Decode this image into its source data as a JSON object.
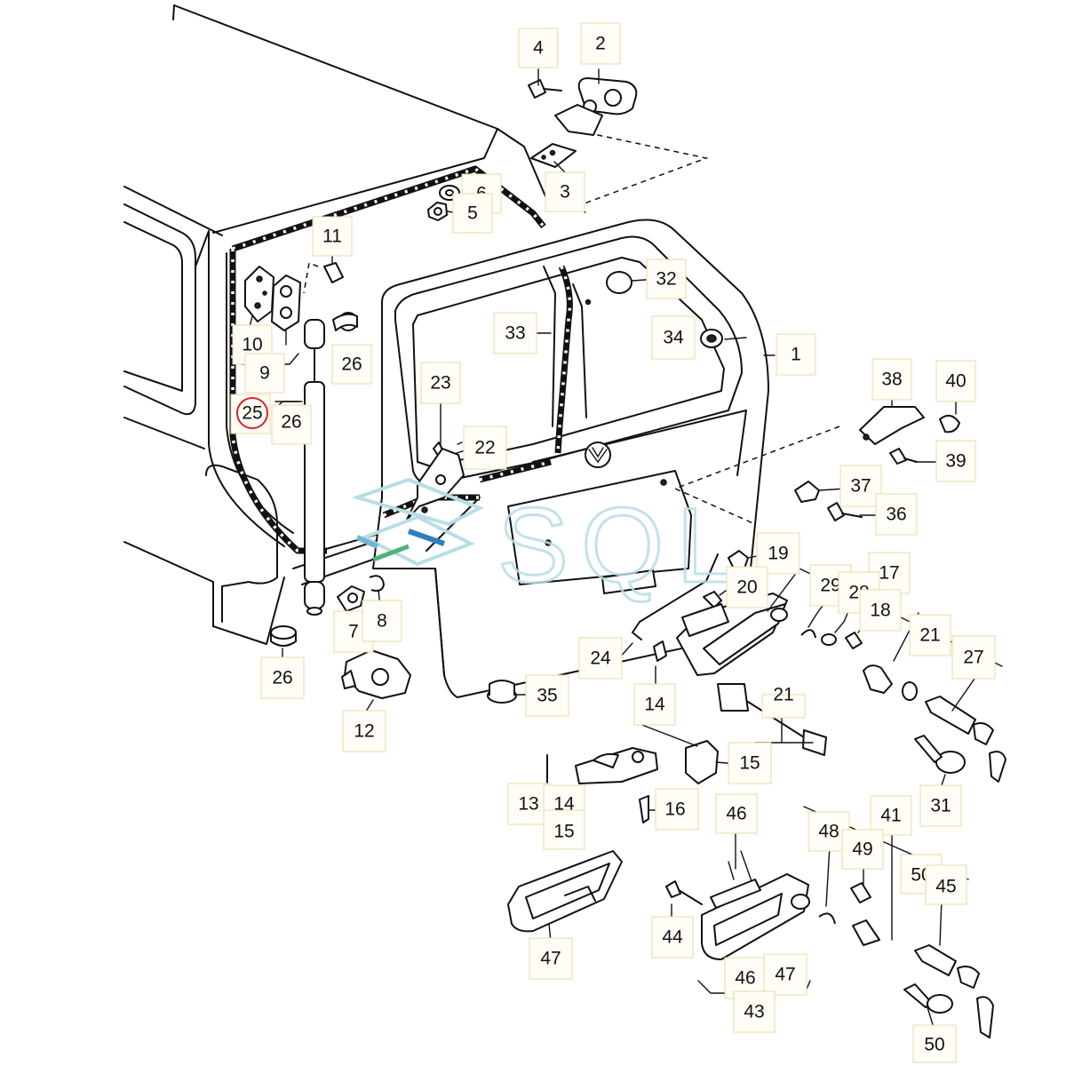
{
  "diagram": {
    "watermark": "SQL",
    "highlight_color": "#d9202a",
    "highlighted_part": "25",
    "labels": [
      {
        "id": "l4",
        "text": "4"
      },
      {
        "id": "l2",
        "text": "2"
      },
      {
        "id": "l3",
        "text": "3"
      },
      {
        "id": "l6",
        "text": "6"
      },
      {
        "id": "l5",
        "text": "5"
      },
      {
        "id": "l11",
        "text": "11"
      },
      {
        "id": "l10",
        "text": "10"
      },
      {
        "id": "l9",
        "text": "9"
      },
      {
        "id": "l26a",
        "text": "26"
      },
      {
        "id": "l25",
        "text": "25"
      },
      {
        "id": "l26b",
        "text": "26"
      },
      {
        "id": "l32",
        "text": "32"
      },
      {
        "id": "l33",
        "text": "33"
      },
      {
        "id": "l34",
        "text": "34"
      },
      {
        "id": "l1",
        "text": "1"
      },
      {
        "id": "l23",
        "text": "23"
      },
      {
        "id": "l22",
        "text": "22"
      },
      {
        "id": "l38",
        "text": "38"
      },
      {
        "id": "l40",
        "text": "40"
      },
      {
        "id": "l39",
        "text": "39"
      },
      {
        "id": "l37",
        "text": "37"
      },
      {
        "id": "l36",
        "text": "36"
      },
      {
        "id": "l19",
        "text": "19"
      },
      {
        "id": "l17",
        "text": "17"
      },
      {
        "id": "l29",
        "text": "29"
      },
      {
        "id": "l28",
        "text": "28"
      },
      {
        "id": "l18",
        "text": "18"
      },
      {
        "id": "l20",
        "text": "20"
      },
      {
        "id": "l21a",
        "text": "21"
      },
      {
        "id": "l27",
        "text": "27"
      },
      {
        "id": "l7",
        "text": "7"
      },
      {
        "id": "l8",
        "text": "8"
      },
      {
        "id": "l24",
        "text": "24"
      },
      {
        "id": "l26c",
        "text": "26"
      },
      {
        "id": "l35",
        "text": "35"
      },
      {
        "id": "l14a",
        "text": "14"
      },
      {
        "id": "l21b",
        "text": "21"
      },
      {
        "id": "l12",
        "text": "12"
      },
      {
        "id": "l15a",
        "text": "15"
      },
      {
        "id": "l13",
        "text": "13"
      },
      {
        "id": "l14b",
        "text": "14"
      },
      {
        "id": "l15b",
        "text": "15"
      },
      {
        "id": "l16",
        "text": "16"
      },
      {
        "id": "l31",
        "text": "31"
      },
      {
        "id": "l46a",
        "text": "46"
      },
      {
        "id": "l41",
        "text": "41"
      },
      {
        "id": "l48",
        "text": "48"
      },
      {
        "id": "l49",
        "text": "49"
      },
      {
        "id": "l50a",
        "text": "50"
      },
      {
        "id": "l45",
        "text": "45"
      },
      {
        "id": "l44",
        "text": "44"
      },
      {
        "id": "l47a",
        "text": "47"
      },
      {
        "id": "l46b",
        "text": "46"
      },
      {
        "id": "l47b",
        "text": "47"
      },
      {
        "id": "l43",
        "text": "43"
      },
      {
        "id": "l50b",
        "text": "50"
      }
    ]
  }
}
